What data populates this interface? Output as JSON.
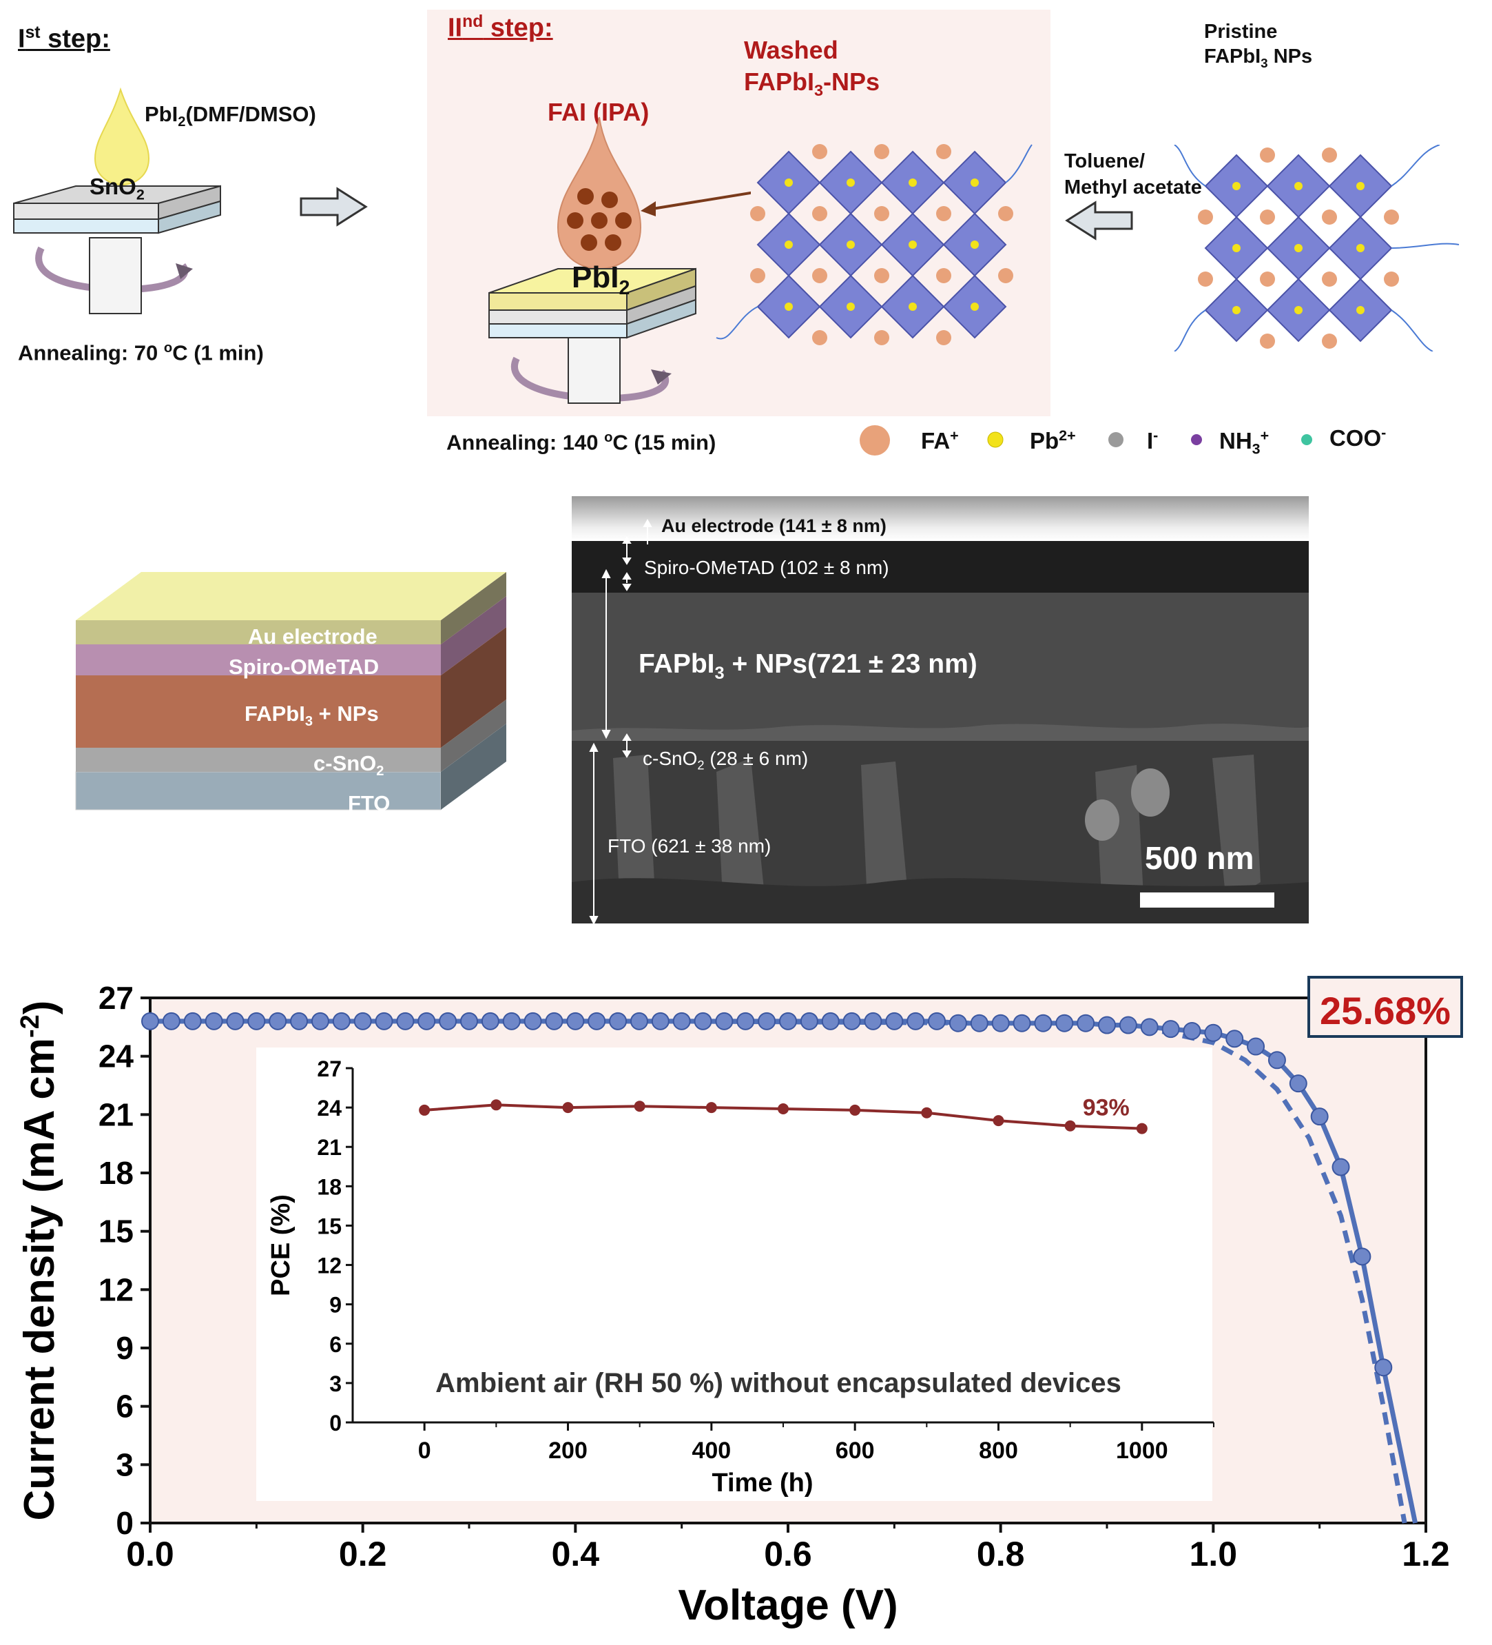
{
  "step1": {
    "title": "I",
    "title_sup": "st",
    "title_rest": " step:",
    "precursor": "PbI",
    "precursor_sub": "2",
    "precursor_rest": "(DMF/DMSO)",
    "substrate": "SnO",
    "substrate_sub": "2",
    "annealing": "Annealing: 70 ",
    "annealing_sup": "o",
    "annealing_rest": "C (1 min)"
  },
  "step2": {
    "title": "II",
    "title_sup": "nd",
    "title_rest": " step:",
    "fai": "FAI (IPA)",
    "washed_1": "Washed",
    "washed_2": "FAPbI",
    "washed_2_sub": "3",
    "washed_2_rest": "-NPs",
    "film": "PbI",
    "film_sub": "2",
    "annealing": "Annealing: 140 ",
    "annealing_sup": "o",
    "annealing_rest": "C (15 min)"
  },
  "pristine": {
    "line1": "Pristine",
    "line2": "FAPbI",
    "line2_sub": "3",
    "line2_rest": " NPs",
    "wash_1": "Toluene/",
    "wash_2": "Methyl acetate"
  },
  "legend": {
    "fa": "FA",
    "fa_sup": "+",
    "pb": "Pb",
    "pb_sup": "2+",
    "i": "I",
    "i_sup": "-",
    "nh": "NH",
    "nh_sub": "3",
    "nh_sup": "+",
    "coo": "COO",
    "coo_sup": "-",
    "colors": {
      "fa": "#e8a27a",
      "pb": "#f2e21a",
      "i": "#9a9a9a",
      "nh": "#7a3fa0",
      "coo": "#3fc4a0"
    }
  },
  "stack": {
    "layers": [
      {
        "label": "Au electrode",
        "color": "#f1f0a8"
      },
      {
        "label": "Spiro-OMeTAD",
        "color": "#b88fb0"
      },
      {
        "label": "FAPbI",
        "sub": "3",
        "rest": " + NPs",
        "color": "#b56e52"
      },
      {
        "label": "c-SnO",
        "sub": "2",
        "rest": "",
        "color": "#a8a8a8"
      },
      {
        "label": "FTO",
        "color": "#9aacb8"
      }
    ]
  },
  "sem": {
    "au": "Au electrode (141 ± 8 nm)",
    "spiro": "Spiro-OMeTAD (102 ± 8 nm)",
    "perov": "FAPbI",
    "perov_sub": "3",
    "perov_rest": " + NPs(721 ± 23 nm)",
    "sno": "c-SnO",
    "sno_sub": "2",
    "sno_rest": " (28 ± 6 nm)",
    "fto": "FTO (621 ± 38 nm)",
    "scale": "500 nm"
  },
  "chart_data": [
    {
      "type": "line",
      "xlabel": "Voltage (V)",
      "ylabel": "Current density (mA cm",
      "ylabel_sup": "-2",
      "ylabel_end": ")",
      "xlim": [
        0.0,
        1.2
      ],
      "ylim": [
        0,
        27
      ],
      "xticks": [
        "0.0",
        "0.2",
        "0.4",
        "0.6",
        "0.8",
        "1.0",
        "1.2"
      ],
      "yticks": [
        "0",
        "3",
        "6",
        "9",
        "12",
        "15",
        "18",
        "21",
        "24",
        "27"
      ],
      "annotation": "25.68%",
      "series": [
        {
          "style": "solid-with-markers",
          "color": "#5070b8",
          "x": [
            0.0,
            0.02,
            0.04,
            0.06,
            0.08,
            0.1,
            0.12,
            0.14,
            0.16,
            0.18,
            0.2,
            0.22,
            0.24,
            0.26,
            0.28,
            0.3,
            0.32,
            0.34,
            0.36,
            0.38,
            0.4,
            0.42,
            0.44,
            0.46,
            0.48,
            0.5,
            0.52,
            0.54,
            0.56,
            0.58,
            0.6,
            0.62,
            0.64,
            0.66,
            0.68,
            0.7,
            0.72,
            0.74,
            0.76,
            0.78,
            0.8,
            0.82,
            0.84,
            0.86,
            0.88,
            0.9,
            0.92,
            0.94,
            0.96,
            0.98,
            1.0,
            1.02,
            1.04,
            1.06,
            1.08,
            1.1,
            1.12,
            1.14,
            1.16
          ],
          "y": [
            25.8,
            25.8,
            25.8,
            25.8,
            25.8,
            25.8,
            25.8,
            25.8,
            25.8,
            25.8,
            25.8,
            25.8,
            25.8,
            25.8,
            25.8,
            25.8,
            25.8,
            25.8,
            25.8,
            25.8,
            25.8,
            25.8,
            25.8,
            25.8,
            25.8,
            25.8,
            25.8,
            25.8,
            25.8,
            25.8,
            25.8,
            25.8,
            25.8,
            25.8,
            25.8,
            25.8,
            25.8,
            25.8,
            25.7,
            25.7,
            25.7,
            25.7,
            25.7,
            25.7,
            25.7,
            25.6,
            25.6,
            25.5,
            25.4,
            25.3,
            25.2,
            24.9,
            24.5,
            23.8,
            22.6,
            20.9,
            18.3,
            13.7,
            8.0
          ]
        },
        {
          "style": "dashed",
          "color": "#5070b8",
          "x": [
            0.0,
            0.5,
            0.8,
            0.9,
            0.95,
            1.0,
            1.03,
            1.06,
            1.09,
            1.12,
            1.14,
            1.16,
            1.18
          ],
          "y": [
            25.8,
            25.8,
            25.7,
            25.6,
            25.3,
            24.7,
            23.8,
            22.3,
            19.8,
            15.8,
            11.5,
            6.0,
            0
          ]
        }
      ],
      "solid_end": {
        "x": [
          1.16,
          1.19
        ],
        "y": [
          8.0,
          0
        ]
      }
    },
    {
      "type": "line",
      "xlabel": "Time (h)",
      "ylabel": "PCE (%)",
      "xlim": [
        -100,
        1100
      ],
      "ylim": [
        0,
        27
      ],
      "xticks": [
        "0",
        "200",
        "400",
        "600",
        "800",
        "1000"
      ],
      "yticks": [
        "0",
        "3",
        "6",
        "9",
        "12",
        "15",
        "18",
        "21",
        "24",
        "27"
      ],
      "annotation": "93%",
      "note": "Ambient air (RH 50 %) without encapsulated devices",
      "series": [
        {
          "color": "#8b2a2a",
          "x": [
            0,
            100,
            200,
            300,
            400,
            500,
            600,
            700,
            800,
            900,
            1000
          ],
          "y": [
            23.8,
            24.2,
            24.0,
            24.1,
            24.0,
            23.9,
            23.8,
            23.6,
            23.0,
            22.6,
            22.4
          ]
        }
      ]
    }
  ]
}
